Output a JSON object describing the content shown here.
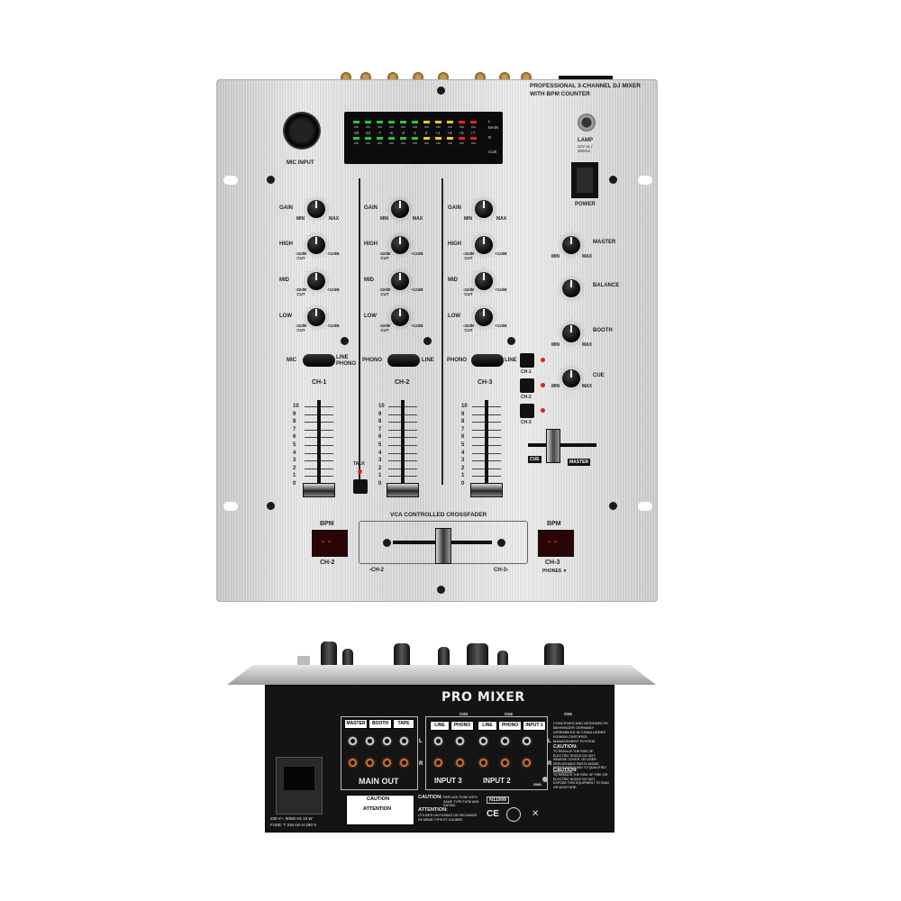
{
  "top_panel": {
    "title_line1": "PROFESSIONAL 3-CHANNEL DJ MIXER",
    "title_line2": "WITH BPM COUNTER",
    "mic_input": "MIC INPUT",
    "lamp": "LAMP",
    "lamp_spec": "12V ac / 400mA",
    "power": "POWER",
    "meter_labels": [
      "-20",
      "-10",
      "-7",
      "-5",
      "-3",
      "-1",
      "0",
      "+1",
      "+3",
      "+5",
      "+7"
    ],
    "meter_side": [
      "L",
      "MAIN",
      "R",
      "CUE"
    ],
    "knob_labels": {
      "gain": "GAIN",
      "high": "HIGH",
      "mid": "MID",
      "low": "LOW",
      "min": "MIN",
      "max": "MAX",
      "cut": "-32dB CUT",
      "boost": "+12dB"
    },
    "channels": [
      {
        "name": "CH-1",
        "left": "MIC",
        "right": "LINE PHONO"
      },
      {
        "name": "CH-2",
        "left": "PHONO",
        "right": "LINE"
      },
      {
        "name": "CH-3",
        "left": "PHONO",
        "right": "LINE"
      }
    ],
    "right_knobs": [
      "MASTER",
      "BALANCE",
      "BOOTH",
      "CUE"
    ],
    "cue_buttons": [
      "CH-1",
      "CH-2",
      "CH-3"
    ],
    "cue_fader_left": "CUE",
    "cue_fader_right": "MASTER",
    "talk": "TALK",
    "fader_ticks": [
      "10",
      "9",
      "8",
      "7",
      "6",
      "5",
      "4",
      "3",
      "2",
      "1",
      "0"
    ],
    "crossfader": "VCA CONTROLLED CROSSFADER",
    "cf_left": "‹CH-2",
    "cf_right": "CH-3›",
    "bpm": "BPM",
    "bpm_left_ch": "CH-2",
    "bpm_right_ch": "CH-3",
    "phones": "PHONES ▼"
  },
  "rear_panel": {
    "brand": "PRO MIXER",
    "main_out": "MAIN OUT",
    "out_tags": [
      "MASTER",
      "BOOTH",
      "TAPE"
    ],
    "in_tags": [
      "LINE",
      "PHONO",
      "LINE",
      "PHONO",
      "INPUT 1"
    ],
    "input3": "INPUT 3",
    "input2": "INPUT 2",
    "ch_marks": [
      "CH3",
      "CH2",
      "CH1"
    ],
    "side_l": "L",
    "side_r": "R",
    "notice": "CONCEIVED AND DESIGNED BY BEHRINGER GERMANY ASSEMBLED IN CHINA UNDER ISO9000 CERTIFIED MANAGEMENT SYSTEM",
    "caution1_title": "CAUTION:",
    "caution1": "TO REDUCE THE RISK OF ELECTRIC SHOCK DO NOT REMOVE COVER. NO USER SERVICEABLE PARTS INSIDE. REFER SERVICING TO QUALIFIED PERSONNEL.",
    "caution2_title": "CAUTION:",
    "caution2": "TO REDUCE THE RISK OF FIRE OR ELECTRIC SHOCK DO NOT EXPOSE THIS EQUIPMENT TO RAIN OR MOISTURE.",
    "caution_box": "CAUTION",
    "attention_box": "ATTENTION",
    "fuse_caution_title": "CAUTION:",
    "fuse_caution": "REPLACE FUSE WITH SAME TYPE FUSE AND RATING.",
    "attention_title": "ATTENTION:",
    "attention_text": "UTILISER UN FUSIBLE DE RECHANGE DE MEME TYPE ET CALIBRE.",
    "cert_code": "N11999",
    "ce": "CE",
    "power_spec": "230 V~, 50/60 Hz 15 W",
    "fuse_spec": "FUSE: T 315 mA H 250 V",
    "gnd": "GND"
  }
}
